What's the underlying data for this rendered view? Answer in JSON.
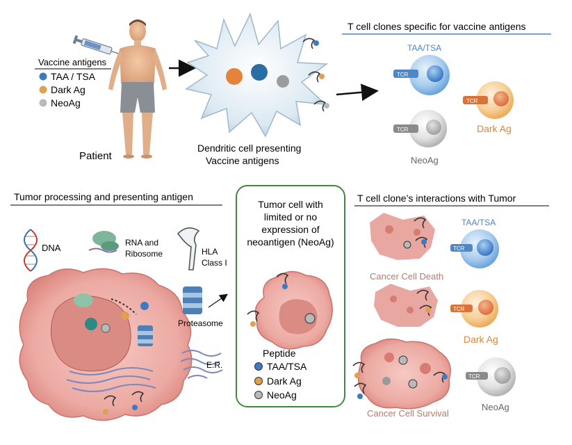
{
  "colors": {
    "taa": "#3f79c4",
    "dark": "#e0a050",
    "neo": "#b9b9b9",
    "tcr_blue": "#4f86c6",
    "tcr_orange": "#d9733a",
    "tcr_gray": "#8a8a8a",
    "cancer_pink": "#e79d98",
    "cancer_text": "#b07c6c",
    "box_green": "#3f8a3a",
    "taa_label": "#4a86c8",
    "dark_label": "#d9853a",
    "neo_label": "#666666"
  },
  "top": {
    "legend": {
      "title": "Vaccine antigens",
      "items": [
        {
          "label": "TAA / TSA",
          "color": "taa"
        },
        {
          "label": "Dark Ag",
          "color": "dark"
        },
        {
          "label": "NeoAg",
          "color": "neo"
        }
      ]
    },
    "patient_label": "Patient",
    "dc_caption_1": "Dendritic cell presenting",
    "dc_caption_2": "Vaccine antigens",
    "tcell_title": "T cell clones specific for vaccine antigens",
    "tcell_cells": [
      {
        "label": "TAA/TSA",
        "tcr": "TCR"
      },
      {
        "label": "Dark Ag",
        "tcr": "TCR"
      },
      {
        "label": "NeoAg",
        "tcr": "TCR"
      }
    ]
  },
  "bottom_left": {
    "title": "Tumor processing and presenting antigen",
    "labels": {
      "dna": "DNA",
      "rna_1": "RNA and",
      "rna_2": "Ribosome",
      "hla_1": "HLA",
      "hla_2": "Class I",
      "proteasome": "Proteasome",
      "er": "E.R."
    }
  },
  "middle_box": {
    "title_lines": [
      "Tumor cell with",
      "limited or no",
      "expression of",
      "neoantigen (NeoAg)"
    ],
    "peptide_title": "Peptide",
    "peptides": [
      {
        "label": "TAA/TSA",
        "color": "taa"
      },
      {
        "label": "Dark Ag",
        "color": "dark"
      },
      {
        "label": "NeoAg",
        "color": "neo"
      }
    ]
  },
  "bottom_right": {
    "title": "T cell clone’s interactions with Tumor",
    "taa_label": "TAA/TSA",
    "death_label": "Cancer Cell Death",
    "dark_label": "Dark Ag",
    "survival_label": "Cancer Cell Survival",
    "neo_label": "NeoAg",
    "tcr": "TCR"
  }
}
